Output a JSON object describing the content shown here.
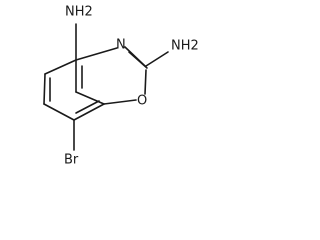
{
  "molecule": {
    "atoms": {
      "nh2_top": "NH2",
      "nh2_right": "NH2",
      "n_ring": "N",
      "o_ring": "O",
      "br": "Br"
    }
  }
}
